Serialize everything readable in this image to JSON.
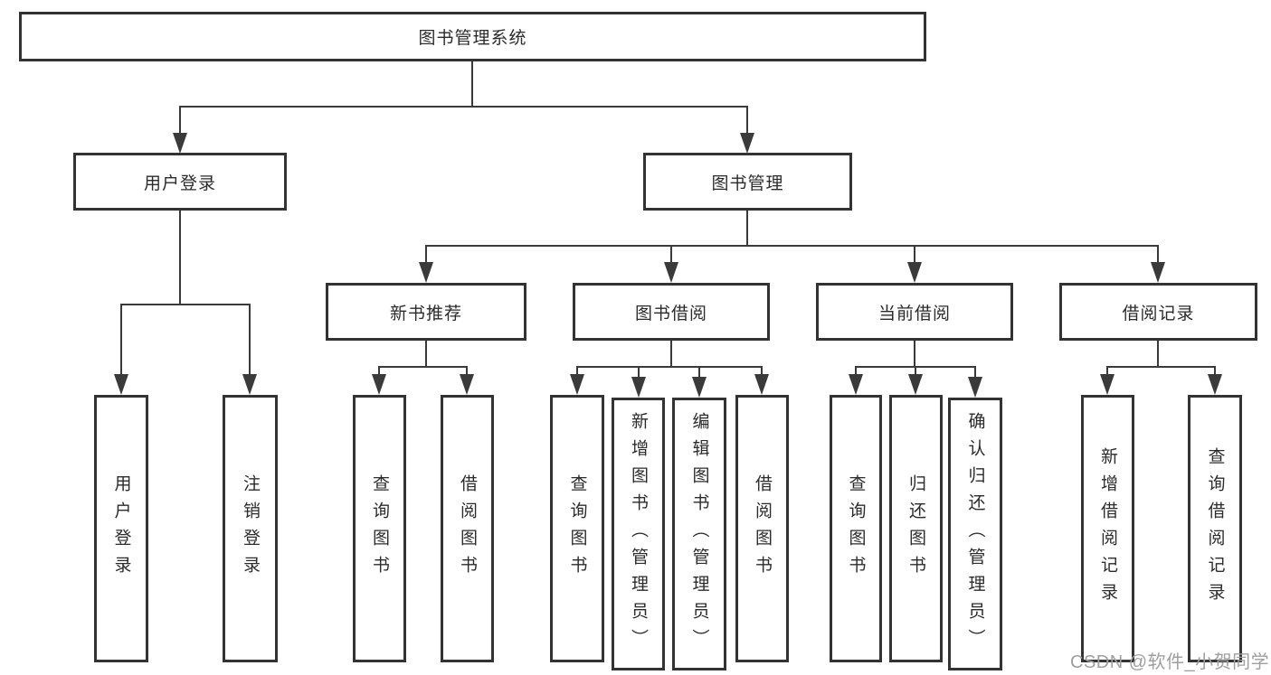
{
  "colors": {
    "line": "#3a3a3a",
    "box_border": "#333333",
    "text": "#2b2b2b",
    "watermark": "#9f9f9f",
    "background": "#ffffff"
  },
  "watermark": "CSDN @软件_小贺同学",
  "tree": {
    "root": "图书管理系统",
    "login": {
      "label": "用户登录",
      "children": [
        "用户登录",
        "注销登录"
      ]
    },
    "mgmt": {
      "label": "图书管理",
      "sections": [
        {
          "label": "新书推荐",
          "children": [
            "查询图书",
            "借阅图书"
          ]
        },
        {
          "label": "图书借阅",
          "children": [
            "查询图书",
            "新增图书（管理员）",
            "编辑图书（管理员）",
            "借阅图书"
          ]
        },
        {
          "label": "当前借阅",
          "children": [
            "查询图书",
            "归还图书",
            "确认归还（管理员）"
          ]
        },
        {
          "label": "借阅记录",
          "children": [
            "新增借阅记录",
            "查询借阅记录"
          ]
        }
      ]
    }
  }
}
